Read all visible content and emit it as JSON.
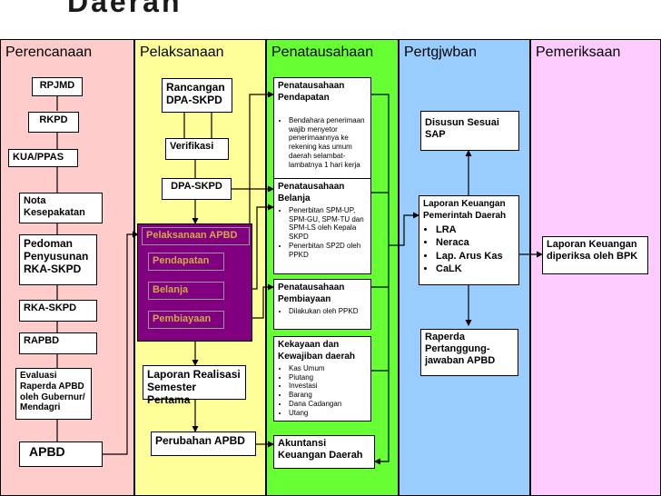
{
  "title": "Daerah",
  "columns": [
    {
      "label": "Perencanaan",
      "color": "#ffcccc"
    },
    {
      "label": "Pelaksanaan",
      "color": "#ffff99"
    },
    {
      "label": "Penatausahaan",
      "color": "#66ff33"
    },
    {
      "label": "Pertgjwban",
      "color": "#99ccff"
    },
    {
      "label": "Pemeriksaan",
      "color": "#ffccff"
    }
  ],
  "perencanaan": {
    "rpjmd": "RPJMD",
    "rkpd": "RKPD",
    "kua": "KUA/PPAS",
    "nota": "Nota Kesepakatan",
    "pedoman": "Pedoman Penyusunan RKA-SKPD",
    "rka": "RKA-SKPD",
    "rapbd": "RAPBD",
    "evaluasi": "Evaluasi Raperda APBD oleh Gubernur/ Mendagri",
    "apbd": "APBD"
  },
  "pelaksanaan": {
    "rancangan": "Rancangan DPA-SKPD",
    "verifikasi": "Verifikasi",
    "dpa": "DPA-SKPD",
    "pelaksanaan_apbd": "Pelaksanaan APBD",
    "pendapatan": "Pendapatan",
    "belanja": "Belanja",
    "pembiayaan": "Pembiayaan",
    "laporan_realisasi": "Laporan Realisasi Semester Pertama",
    "perubahan": "Perubahan APBD"
  },
  "penatausahaan": {
    "pendapatan_title": "Penatausahaan Pendapatan",
    "pendapatan_items": [
      "Bendahara penerimaan wajib menyetor penerimaannya ke rekening kas umum daerah selambat-lambatnya 1 hari kerja"
    ],
    "belanja_title": "Penatausahaan Belanja",
    "belanja_items": [
      "Penerbitan SPM-UP, SPM-GU, SPM-TU dan SPM-LS oleh Kepala SKPD",
      "Penerbitan SP2D oleh PPKD"
    ],
    "pembiayaan_title": "Penatausahaan Pembiayaan",
    "pembiayaan_items": [
      "Dilakukan oleh PPKD"
    ],
    "kekayaan_title": "Kekayaan dan Kewajiban daerah",
    "kekayaan_items": [
      "Kas Umum",
      "Piutang",
      "Investasi",
      "Barang",
      "Dana Cadangan",
      "Utang"
    ],
    "akuntansi": "Akuntansi Keuangan Daerah"
  },
  "pertanggungjawaban": {
    "disusun": "Disusun Sesuai SAP",
    "laporan_title": "Laporan Keuangan Pemerintah Daerah",
    "laporan_items": [
      "LRA",
      "Neraca",
      "Lap. Arus Kas",
      "CaLK"
    ],
    "raperda": "Raperda Pertanggung-jawaban APBD"
  },
  "pemeriksaan": {
    "laporan_bpk": "Laporan Keuangan diperiksa oleh BPK"
  }
}
